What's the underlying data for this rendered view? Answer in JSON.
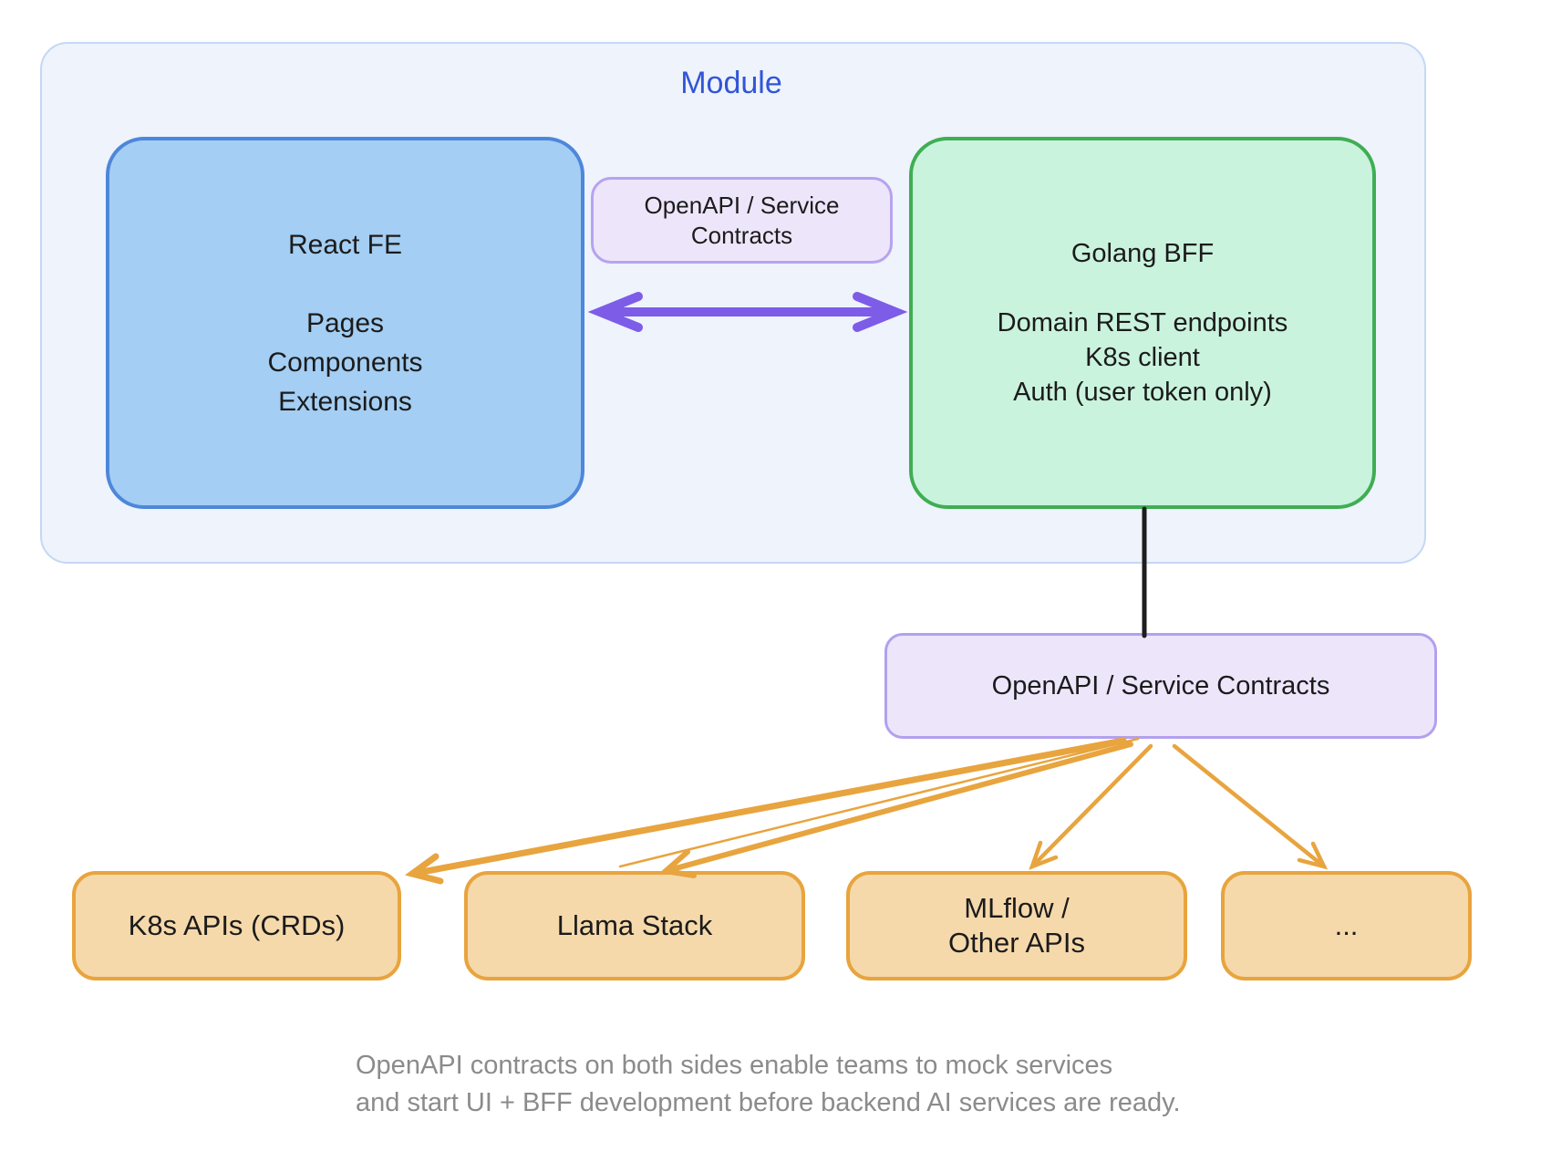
{
  "module": {
    "title": "Module",
    "react_box": {
      "title": "React FE",
      "items": [
        "Pages",
        "Components",
        "Extensions"
      ]
    },
    "contract_box_top": {
      "line1": "OpenAPI / Service",
      "line2": "Contracts"
    },
    "golang_box": {
      "title": "Golang BFF",
      "items": [
        "Domain REST endpoints",
        "K8s client",
        "Auth (user token only)"
      ]
    }
  },
  "contracts_hub": {
    "label": "OpenAPI / Service Contracts"
  },
  "backends": [
    {
      "label": "K8s APIs (CRDs)"
    },
    {
      "label": "Llama Stack"
    },
    {
      "label": "MLflow /",
      "label2": "Other APIs"
    },
    {
      "label": "..."
    }
  ],
  "caption": {
    "line1": "OpenAPI contracts on both sides enable teams to mock services",
    "line2": "and start UI + BFF development before backend AI services are ready."
  },
  "colors": {
    "container_fill": "#eef3fc",
    "container_border": "#c5d8f4",
    "module_title": "#3155d6",
    "react_fill": "#a4cef3",
    "react_border": "#4d87da",
    "golang_fill": "#caf3de",
    "golang_border": "#3fae53",
    "contract_fill": "#ede6fa",
    "contract_border": "#b7a2f0",
    "purple_arrow": "#7d5ce8",
    "black_connector": "#1e1e1e",
    "backend_fill": "#f6d9ab",
    "backend_border": "#e8a43e",
    "caption_text": "#8b8b8b"
  }
}
